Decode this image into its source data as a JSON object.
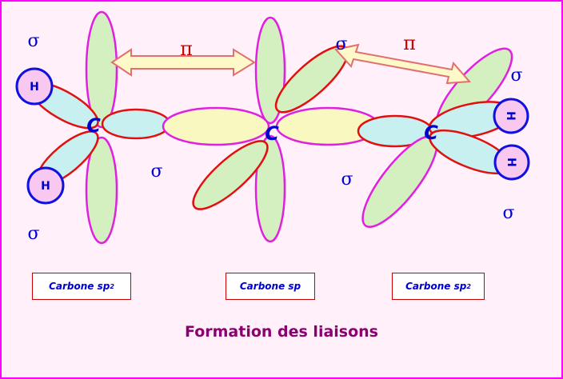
{
  "symbols": {
    "sigma": "σ",
    "pi": "π",
    "carbon": "C",
    "hydrogen": "H"
  },
  "labels": [
    {
      "text": "Carbone sp",
      "sup": "2"
    },
    {
      "text": "Carbone sp",
      "sup": ""
    },
    {
      "text": "Carbone sp",
      "sup": "2"
    }
  ],
  "caption": "Formation des liaisons",
  "colors": {
    "border": "#ff00ff",
    "background": "#fff0fa",
    "p_orbital_fill": "#d4f0c0",
    "p_orbital_stroke": "#e020e0",
    "sigma_lobe_fill": "#c8f0f0",
    "sigma_lobe_stroke": "#e01010",
    "cc_lobe_fill": "#f8f8c0",
    "hydrogen_fill": "#f8c8f0",
    "hydrogen_stroke": "#1010e0",
    "arrow_fill": "#fff8c8",
    "arrow_stroke": "#e07070",
    "text_blue": "#0000cc",
    "text_red": "#cc0000",
    "caption_color": "#8a0070"
  }
}
